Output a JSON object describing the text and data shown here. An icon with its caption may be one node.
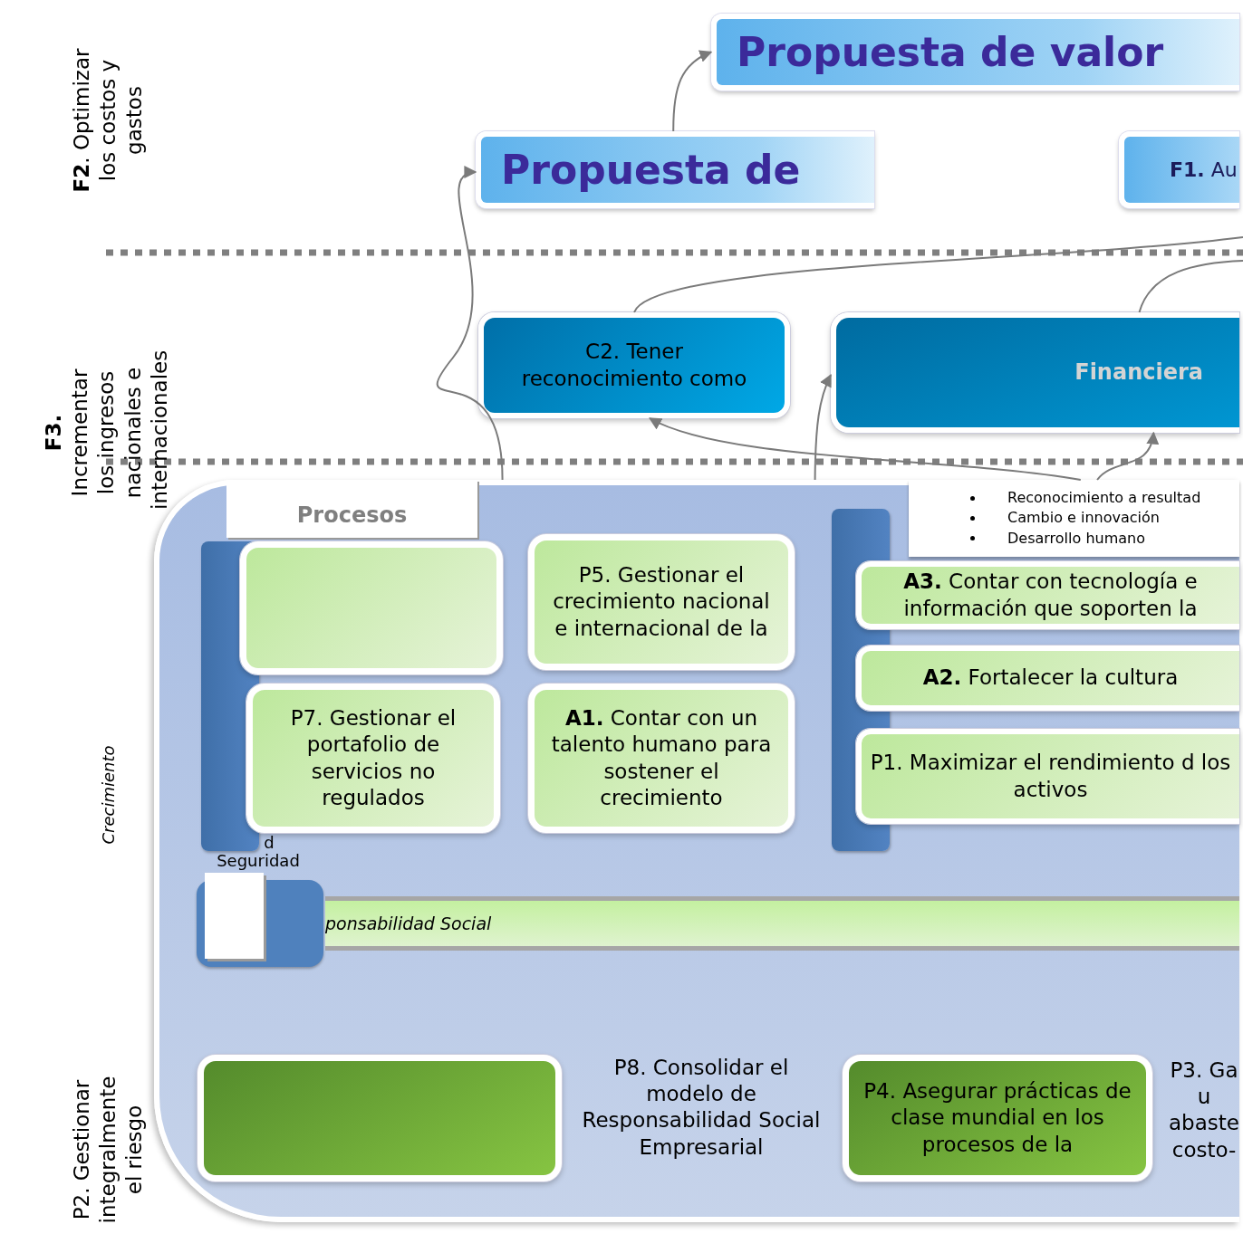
{
  "diagram": {
    "nodes": [
      {
        "text": [
          "Propuesta de valor"
        ]
      },
      {
        "text": [
          "Propuesta de"
        ]
      },
      {
        "text": [
          "**F1.** Au"
        ]
      },
      {
        "text": [
          "C2. Tener reconocimiento como"
        ]
      },
      {
        "text": [
          "Financiera"
        ]
      },
      {
        "text": [],
        "shape": "box"
      },
      {
        "text": [
          "Procesos"
        ],
        "in": 5
      },
      {
        "text": [
          "Reconocimiento a resultad",
          "Cambio e innovación",
          "Desarrollo humano"
        ],
        "in": 5
      },
      {
        "text": [],
        "shape": "bar",
        "in": 5
      },
      {
        "text": [],
        "shape": "box",
        "in": 5
      },
      {
        "text": [
          "P5. Gestionar el crecimiento nacional e internacional de la"
        ],
        "in": 5
      },
      {
        "text": [],
        "shape": "bar",
        "in": 5
      },
      {
        "text": [
          "**A3.** Contar con tecnología e información que soporten la"
        ],
        "in": 5
      },
      {
        "text": [
          "**A2.** Fortalecer la cultura"
        ],
        "in": 5
      },
      {
        "text": [
          "P7. Gestionar el portafolio de servicios no regulados"
        ],
        "in": 5
      },
      {
        "text": [
          "**A1.** Contar con un talento humano para sostener el crecimiento"
        ],
        "in": 5
      },
      {
        "text": [
          "P1. Maximizar el rendimiento d los activos"
        ],
        "in": 5
      },
      {
        "text": [],
        "shape": "box",
        "in": 5
      },
      {
        "text": [],
        "shape": "box",
        "in": 17
      },
      {
        "text": [
          "ponsabilidad Social"
        ],
        "in": 5
      },
      {
        "text": [],
        "shape": "box",
        "in": 5
      },
      {
        "text": [
          "P4. Asegurar prácticas de clase mundial en los procesos de la"
        ],
        "in": 5
      }
    ],
    "edges": [
      {
        "from": 1,
        "to": 0,
        "arrow": "to"
      },
      {
        "from": 5,
        "to": 1,
        "arrow": "to"
      },
      {
        "from": 3,
        "to": null,
        "arrow": "none"
      },
      {
        "from": 4,
        "to": null,
        "arrow": "none"
      },
      {
        "from": 7,
        "to": 3,
        "arrow": "to"
      },
      {
        "from": 5,
        "to": 4,
        "arrow": "to"
      },
      {
        "from": 7,
        "to": 4,
        "arrow": "to"
      }
    ],
    "labels": [
      "**F2**. Optimizar los costos y gastos",
      "**F3.** Incrementar los ingresos nacionales e internacionales",
      "Crecimiento",
      "d",
      "Seguridad",
      "P8. Consolidar el modelo de Responsabilidad Social Empresarial",
      "P3. Ga u abaste costo-",
      "P2. Gestionar integralmente el riesgo"
    ]
  }
}
